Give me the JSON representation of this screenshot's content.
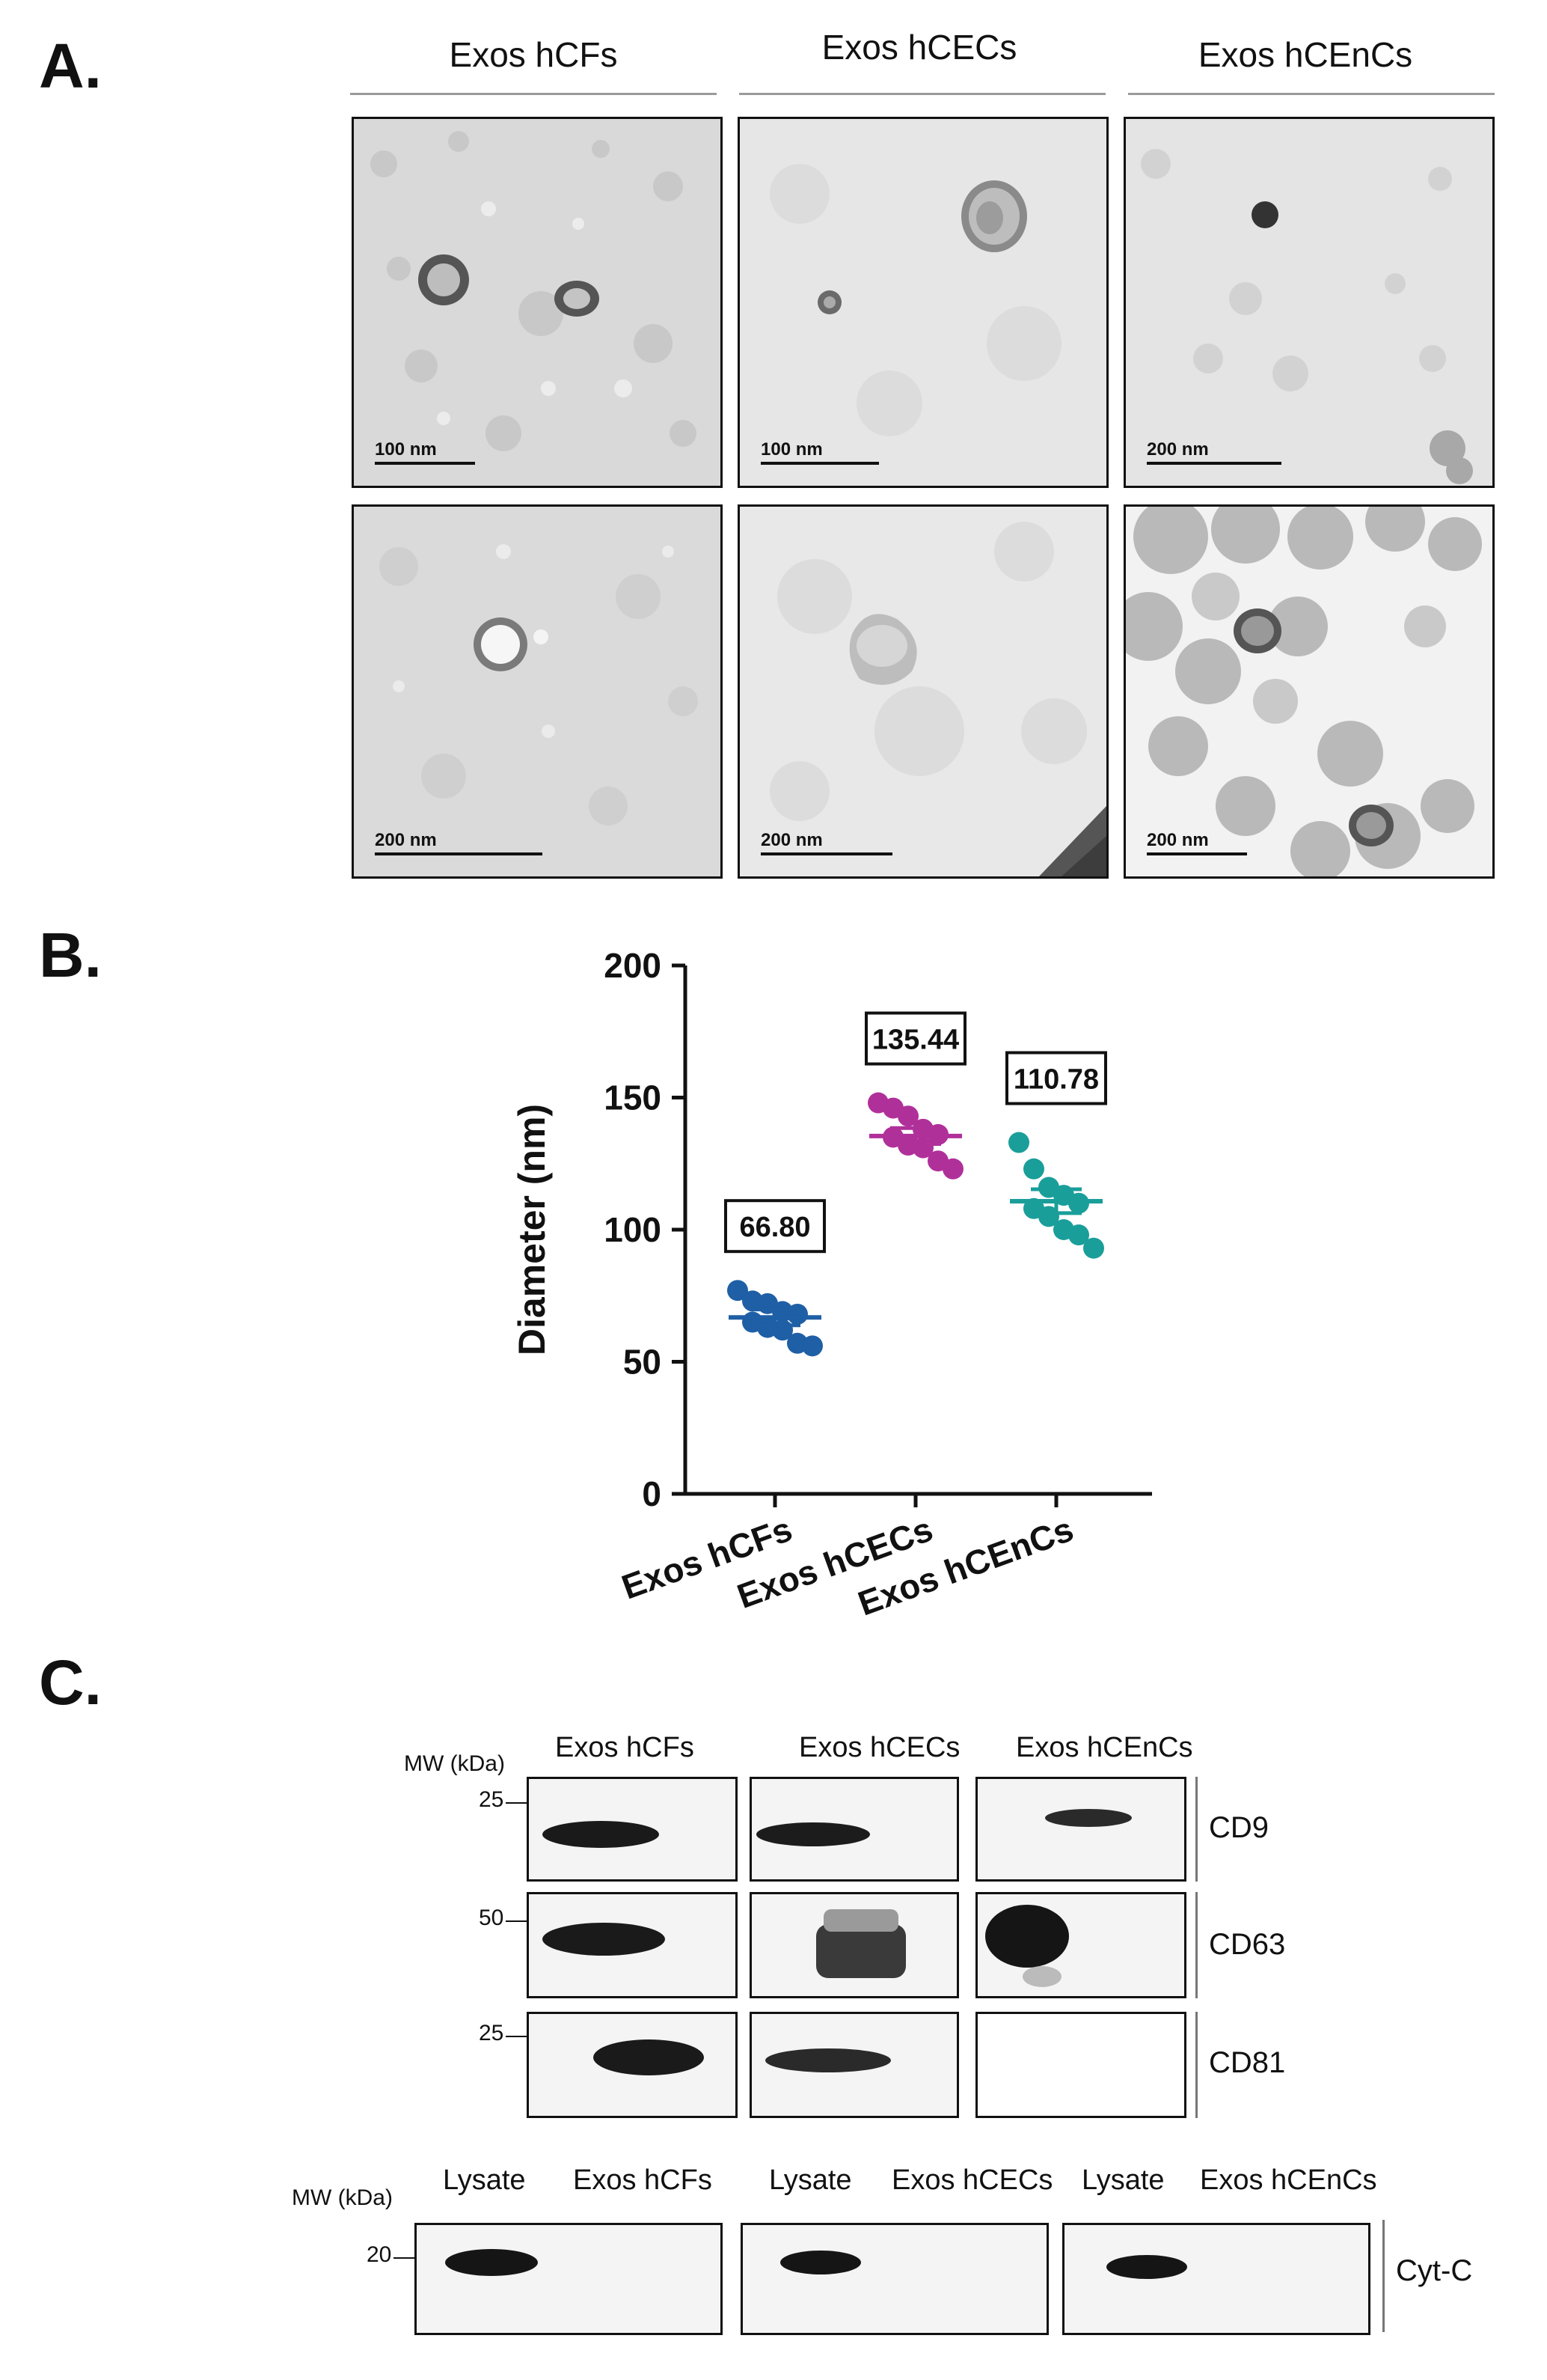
{
  "panel_a": {
    "label": "A.",
    "columns": [
      "Exos hCFs",
      "Exos hCECs",
      "Exos hCEnCs"
    ],
    "scale_bars": {
      "row1": [
        "100 nm",
        "100 nm",
        "200 nm"
      ],
      "row2": [
        "200 nm",
        "200 nm",
        "200 nm"
      ]
    }
  },
  "panel_b": {
    "label": "B."
  },
  "chart_data": {
    "type": "scatter",
    "ylabel": "Diameter (nm)",
    "xlabel": "",
    "ylim": [
      0,
      200
    ],
    "yticks": [
      "0",
      "50",
      "100",
      "150",
      "200"
    ],
    "categories": [
      "Exos hCFs",
      "Exos hCECs",
      "Exos hCEnCs"
    ],
    "means": [
      66.8,
      135.44,
      110.78
    ],
    "mean_labels": [
      "66.80",
      "135.44",
      "110.78"
    ],
    "sem": [
      3,
      3,
      4.5
    ],
    "colors": [
      "#1f5fa5",
      "#b0309a",
      "#1a9e9a"
    ],
    "points": [
      [
        77,
        73,
        72,
        69,
        68,
        65,
        63,
        62,
        57,
        56
      ],
      [
        148,
        146,
        143,
        138,
        136,
        135,
        132,
        131,
        126,
        123
      ],
      [
        133,
        123,
        116,
        113,
        110,
        108,
        105,
        100,
        98,
        93
      ]
    ]
  },
  "panel_c": {
    "label": "C.",
    "mw_title": "MW (kDa)",
    "columns": [
      "Exos hCFs",
      "Exos hCECs",
      "Exos hCEnCs"
    ],
    "markers": [
      "CD9",
      "CD63",
      "CD81"
    ],
    "mw_ticks": [
      "25",
      "50",
      "25"
    ],
    "lower": {
      "mw_title": "MW (kDa)",
      "headers": [
        "Lysate",
        "Exos hCFs",
        "Lysate",
        "Exos hCECs",
        "Lysate",
        "Exos hCEnCs"
      ],
      "mw_tick": "20",
      "marker": "Cyt-C"
    }
  }
}
